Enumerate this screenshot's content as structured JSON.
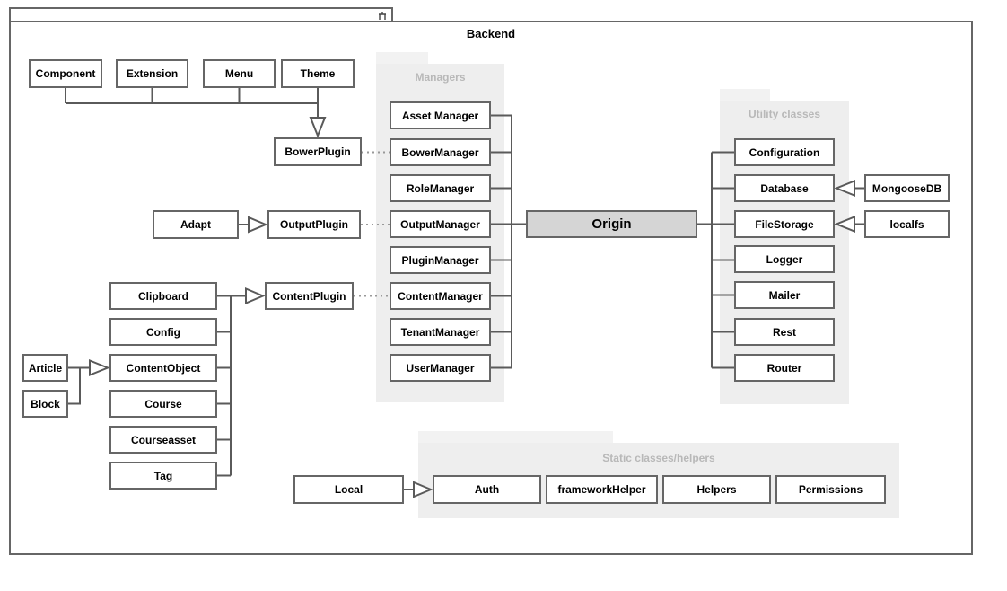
{
  "frame": {
    "title": "Backend"
  },
  "groups": {
    "managers": {
      "title": "Managers"
    },
    "utility": {
      "title": "Utility classes"
    },
    "statics": {
      "title": "Static classes/helpers"
    }
  },
  "nodes": [
    {
      "id": "component",
      "label": "Component"
    },
    {
      "id": "extension",
      "label": "Extension"
    },
    {
      "id": "menu",
      "label": "Menu"
    },
    {
      "id": "theme",
      "label": "Theme"
    },
    {
      "id": "bowerplugin",
      "label": "BowerPlugin"
    },
    {
      "id": "adapt",
      "label": "Adapt"
    },
    {
      "id": "outputplugin",
      "label": "OutputPlugin"
    },
    {
      "id": "contentplugin",
      "label": "ContentPlugin"
    },
    {
      "id": "assetmanager",
      "label": "Asset Manager"
    },
    {
      "id": "bowermanager",
      "label": "BowerManager"
    },
    {
      "id": "rolemanager",
      "label": "RoleManager"
    },
    {
      "id": "outputmanager",
      "label": "OutputManager"
    },
    {
      "id": "pluginmanager",
      "label": "PluginManager"
    },
    {
      "id": "contentmanager",
      "label": "ContentManager"
    },
    {
      "id": "tenantmanager",
      "label": "TenantManager"
    },
    {
      "id": "usermanager",
      "label": "UserManager"
    },
    {
      "id": "origin",
      "label": "Origin"
    },
    {
      "id": "configuration",
      "label": "Configuration"
    },
    {
      "id": "database",
      "label": "Database"
    },
    {
      "id": "filestorage",
      "label": "FileStorage"
    },
    {
      "id": "logger",
      "label": "Logger"
    },
    {
      "id": "mailer",
      "label": "Mailer"
    },
    {
      "id": "rest",
      "label": "Rest"
    },
    {
      "id": "router",
      "label": "Router"
    },
    {
      "id": "mongoosedb",
      "label": "MongooseDB"
    },
    {
      "id": "localfs",
      "label": "localfs"
    },
    {
      "id": "clipboard",
      "label": "Clipboard"
    },
    {
      "id": "config",
      "label": "Config"
    },
    {
      "id": "contentobject",
      "label": "ContentObject"
    },
    {
      "id": "course",
      "label": "Course"
    },
    {
      "id": "courseasset",
      "label": "Courseasset"
    },
    {
      "id": "tag",
      "label": "Tag"
    },
    {
      "id": "article",
      "label": "Article"
    },
    {
      "id": "block",
      "label": "Block"
    },
    {
      "id": "local",
      "label": "Local"
    },
    {
      "id": "auth",
      "label": "Auth"
    },
    {
      "id": "frameworkhelper",
      "label": "frameworkHelper"
    },
    {
      "id": "helpers",
      "label": "Helpers"
    },
    {
      "id": "permissions",
      "label": "Permissions"
    }
  ],
  "colors": {
    "box_border": "#666666",
    "box_fill": "#ffffff",
    "origin_fill": "#d5d5d5",
    "group_fill": "#eeeeee",
    "group_tab_fill": "#f2f2f2",
    "group_title": "#b8b8b8",
    "connector": "#5a5a5a",
    "dotted_connector": "#999999",
    "frame_border": "#666666",
    "text": "#000000"
  }
}
